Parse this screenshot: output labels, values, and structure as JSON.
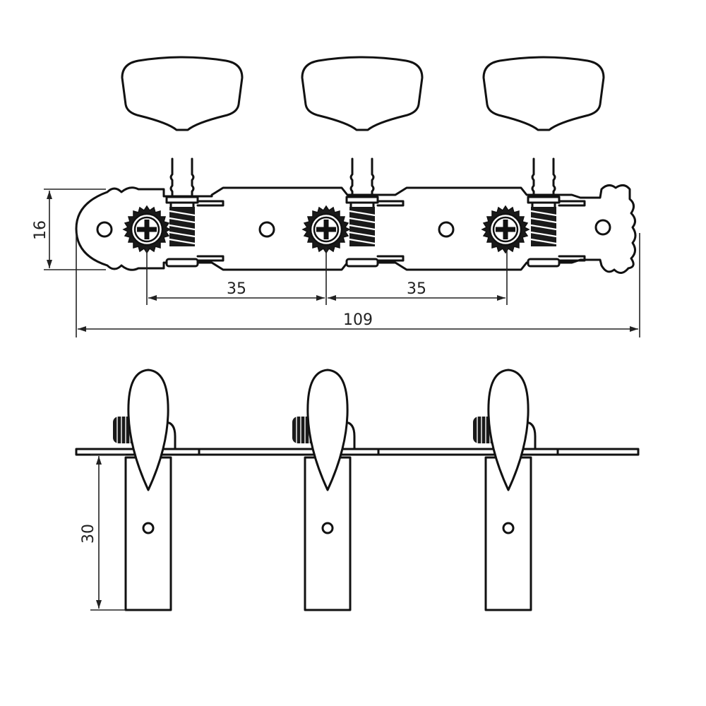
{
  "diagram": {
    "tuner_count": 3,
    "dimensions": {
      "pitch_left": "35",
      "pitch_right": "35",
      "total_length": "109",
      "plate_height": "16",
      "post_length": "30"
    },
    "colors": {
      "ink": "#111111",
      "background": "#ffffff"
    }
  }
}
